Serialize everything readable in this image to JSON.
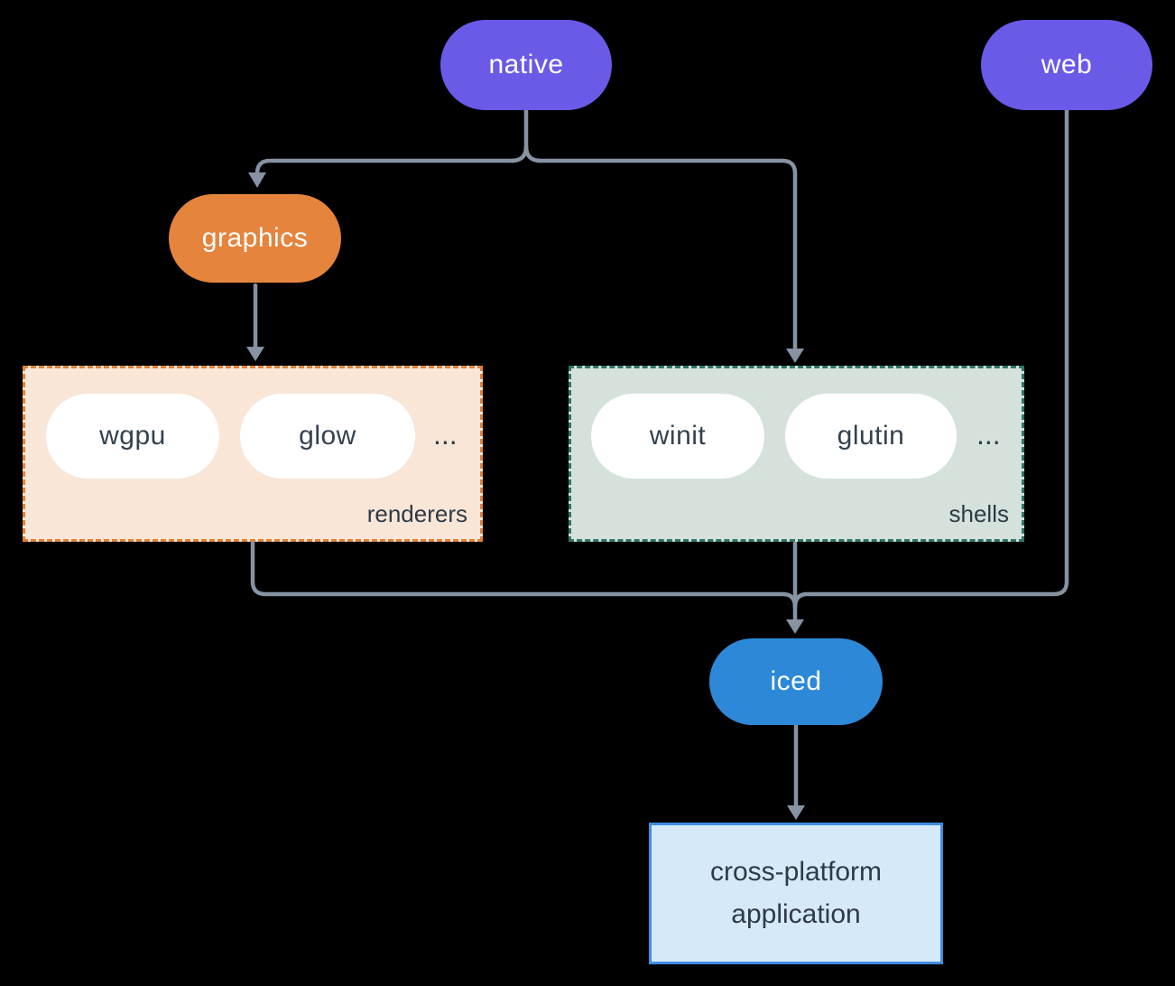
{
  "diagram": {
    "nodes": {
      "native": {
        "label": "native",
        "color": "#6a5ae8"
      },
      "web": {
        "label": "web",
        "color": "#6a5ae8"
      },
      "graphics": {
        "label": "graphics",
        "color": "#e5843c"
      },
      "wgpu": {
        "label": "wgpu",
        "color": "#ffffff"
      },
      "glow": {
        "label": "glow",
        "color": "#ffffff"
      },
      "winit": {
        "label": "winit",
        "color": "#ffffff"
      },
      "glutin": {
        "label": "glutin",
        "color": "#ffffff"
      },
      "iced": {
        "label": "iced",
        "color": "#2d89d8"
      },
      "app": {
        "label": "cross-platform application",
        "fill": "#d6e9f8",
        "border": "#3e8ee0"
      }
    },
    "groups": {
      "renderers": {
        "label": "renderers",
        "ellipsis": "...",
        "fill": "#f9e6d7",
        "border": "#e0823d"
      },
      "shells": {
        "label": "shells",
        "ellipsis": "...",
        "fill": "#d4e2db",
        "border": "#2f7668"
      }
    },
    "edges": [
      {
        "from": "native",
        "to": "graphics"
      },
      {
        "from": "native",
        "to": "shells"
      },
      {
        "from": "graphics",
        "to": "renderers"
      },
      {
        "from": "renderers",
        "to": "iced"
      },
      {
        "from": "shells",
        "to": "iced"
      },
      {
        "from": "web",
        "to": "iced"
      },
      {
        "from": "iced",
        "to": "app"
      }
    ],
    "colors": {
      "connector": "#8593a3",
      "background": "#000000",
      "dark_text": "#2e3a46",
      "light_text": "#ffffff"
    }
  }
}
